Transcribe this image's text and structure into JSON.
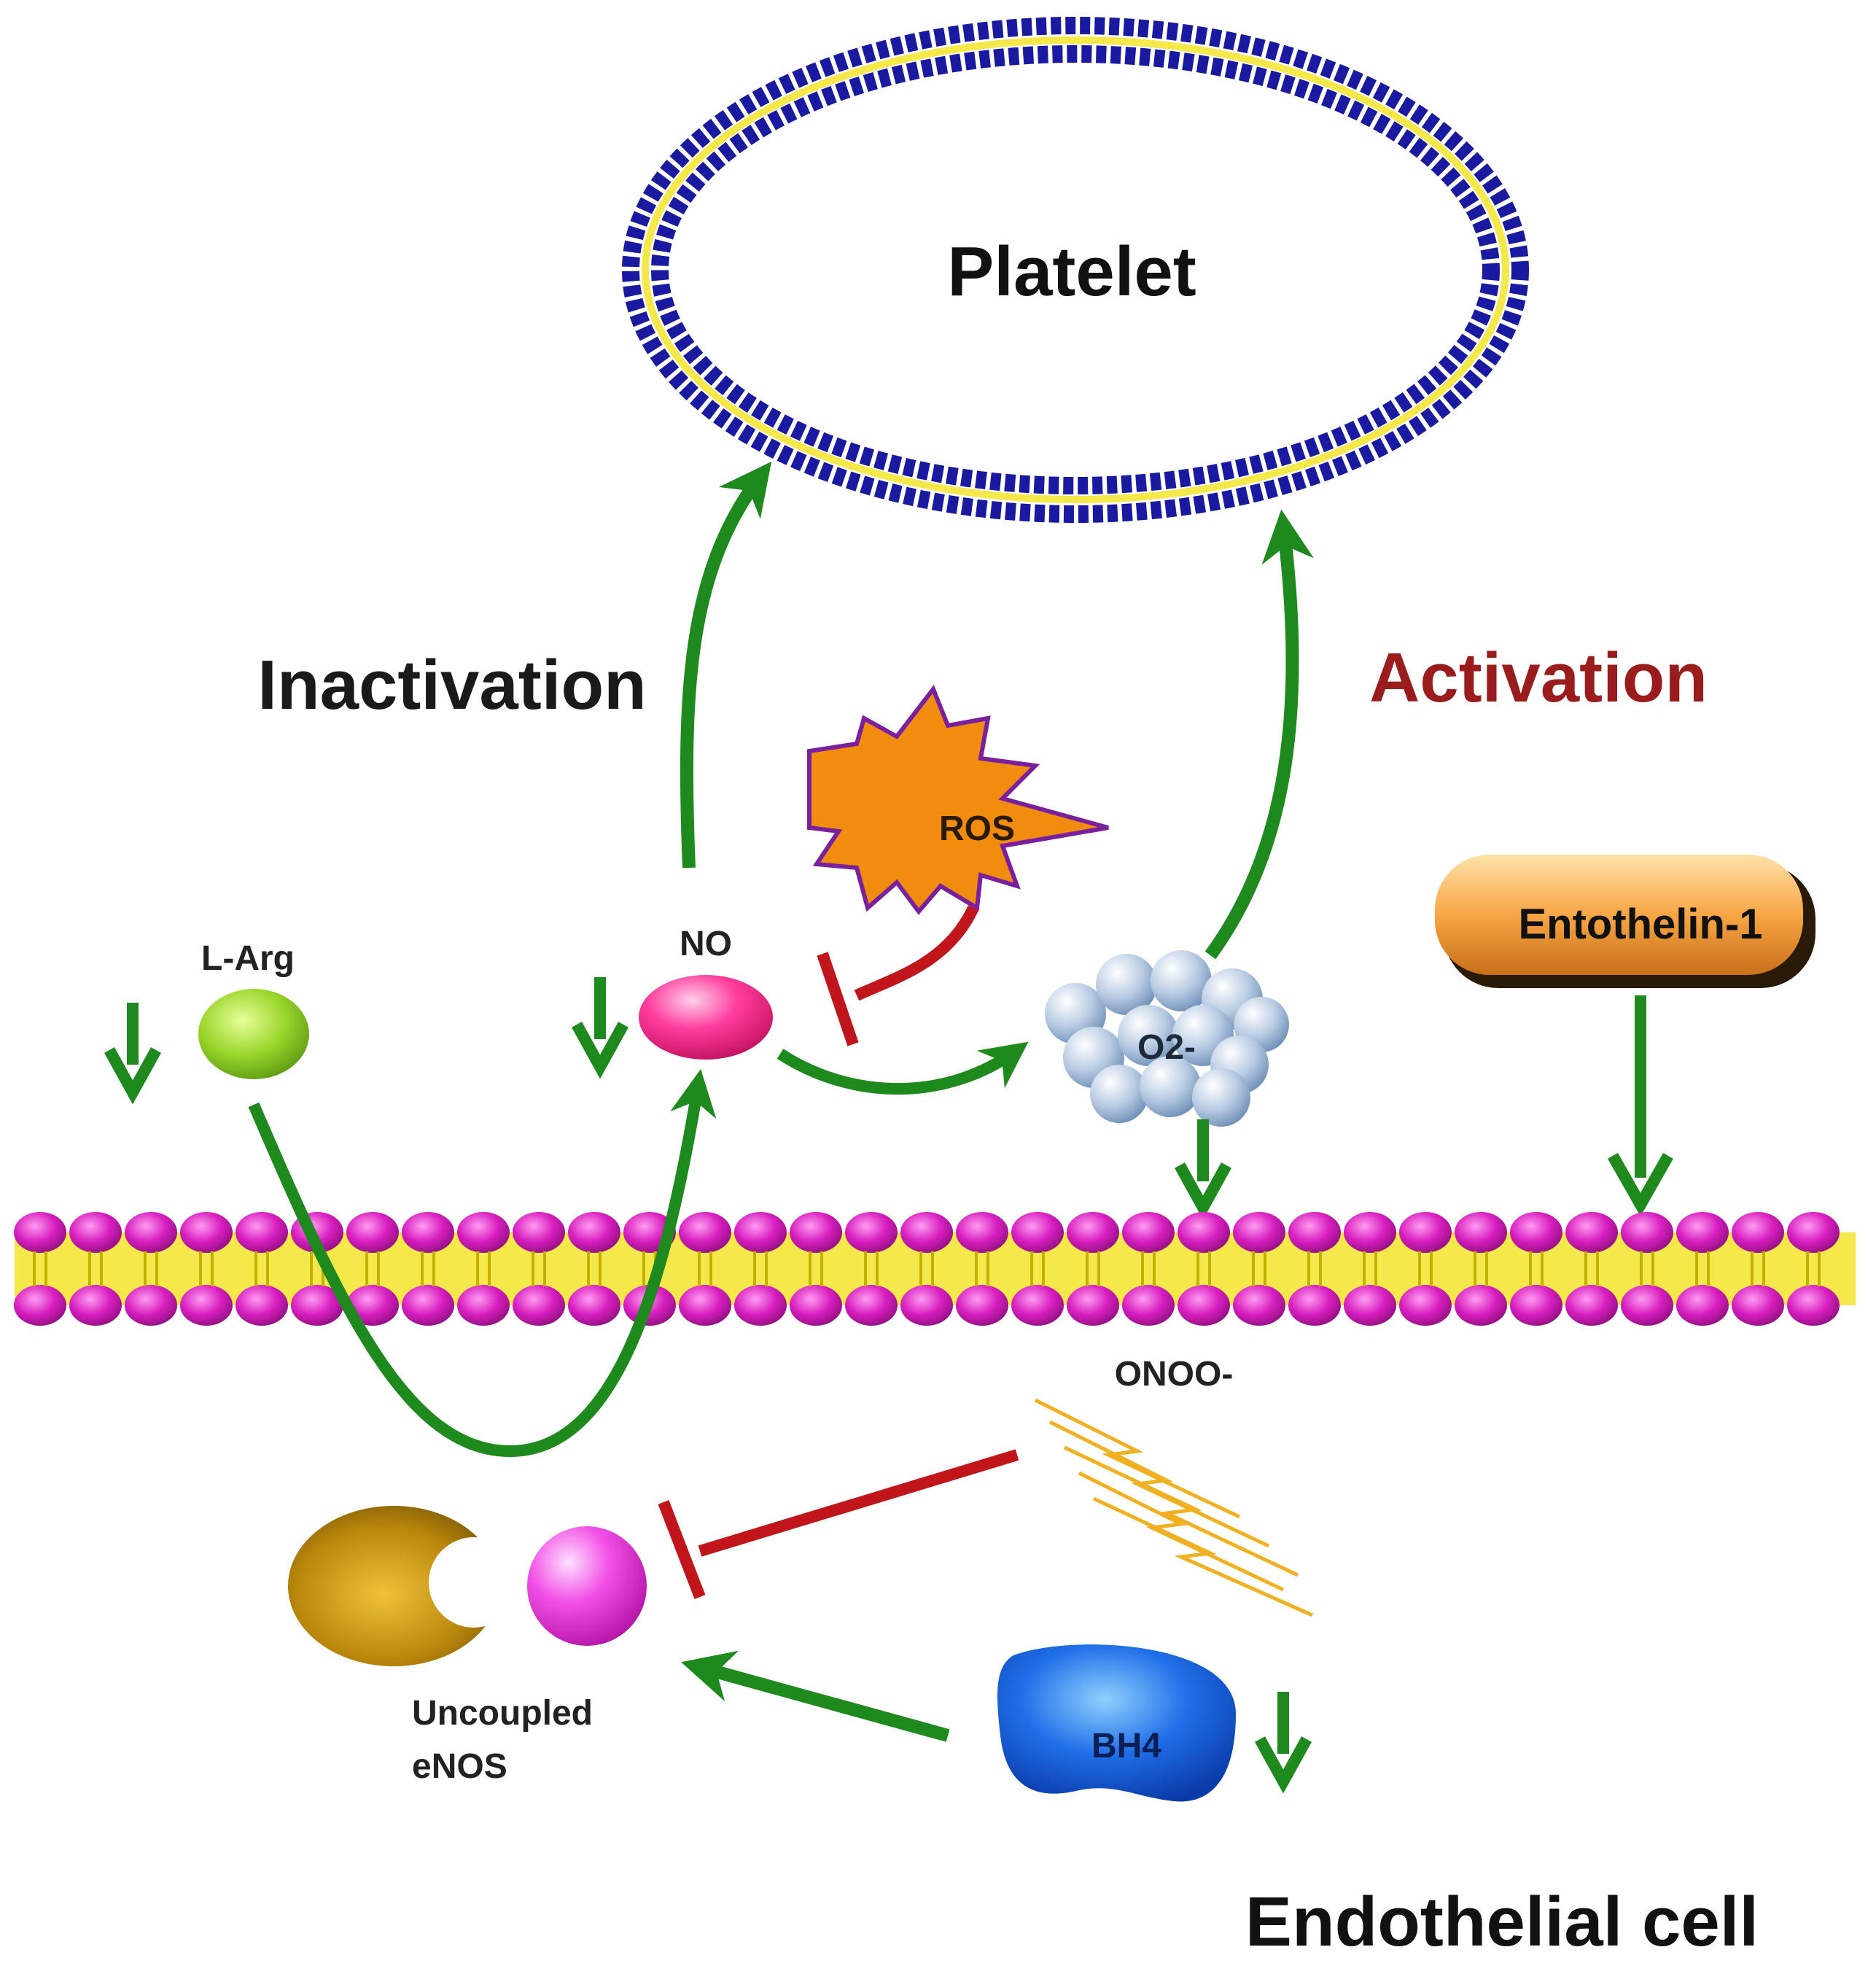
{
  "diagram": {
    "platelet": {
      "label": "Platelet"
    },
    "inactivation": {
      "label": "Inactivation",
      "color": "#1a1a1a"
    },
    "activation": {
      "label": "Activation",
      "color": "#9b1c1c"
    },
    "ros": {
      "label": "ROS"
    },
    "no": {
      "label": "NO"
    },
    "l_arg": {
      "label": "L-Arg"
    },
    "o2": {
      "label": "O2-"
    },
    "endothelin": {
      "label": "Entothelin-1"
    },
    "onoo": {
      "label": "ONOO-"
    },
    "enos": {
      "line1": "Uncoupled",
      "line2": "eNOS"
    },
    "bh4": {
      "label": "BH4"
    },
    "endothelial_cell": {
      "label": "Endothelial cell"
    },
    "colors": {
      "arrow_green": "#1e8a1e",
      "inhibit_red": "#c0161b",
      "membrane_head": "#d81ec0",
      "membrane_tail": "#f5e84a",
      "platelet_membrane": "#1a1aa0",
      "ros_fill": "#f28c0f",
      "ros_outline": "#7a1f9e"
    }
  }
}
